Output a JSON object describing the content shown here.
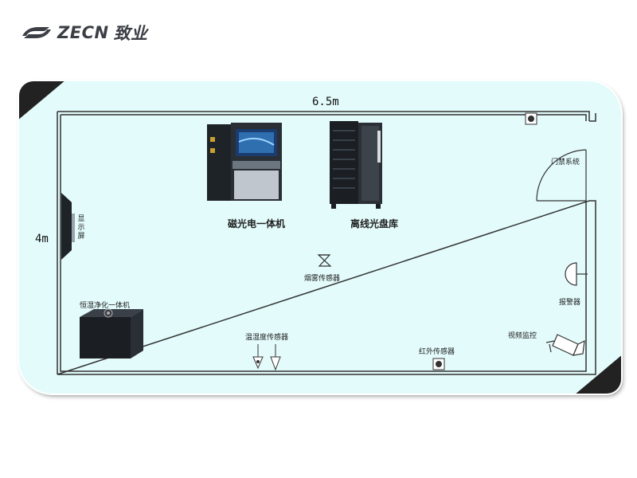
{
  "logo": {
    "brand": "ZECN",
    "suffix": "致业"
  },
  "floorplan": {
    "width_label": "6.5m",
    "height_label": "4m",
    "equipment": {
      "magneto_optical": "磁光电一体机",
      "optical_library": "离线光盘库",
      "display": "显示屏",
      "air_purifier": "恒湿净化一体机",
      "smoke_sensor": "烟雾传感器",
      "temp_humidity_sensor": "温湿度传感器",
      "infrared_sensor": "红外传感器",
      "access_control": "门禁系统",
      "alarm": "报警器",
      "video_monitor": "视频监控"
    }
  }
}
